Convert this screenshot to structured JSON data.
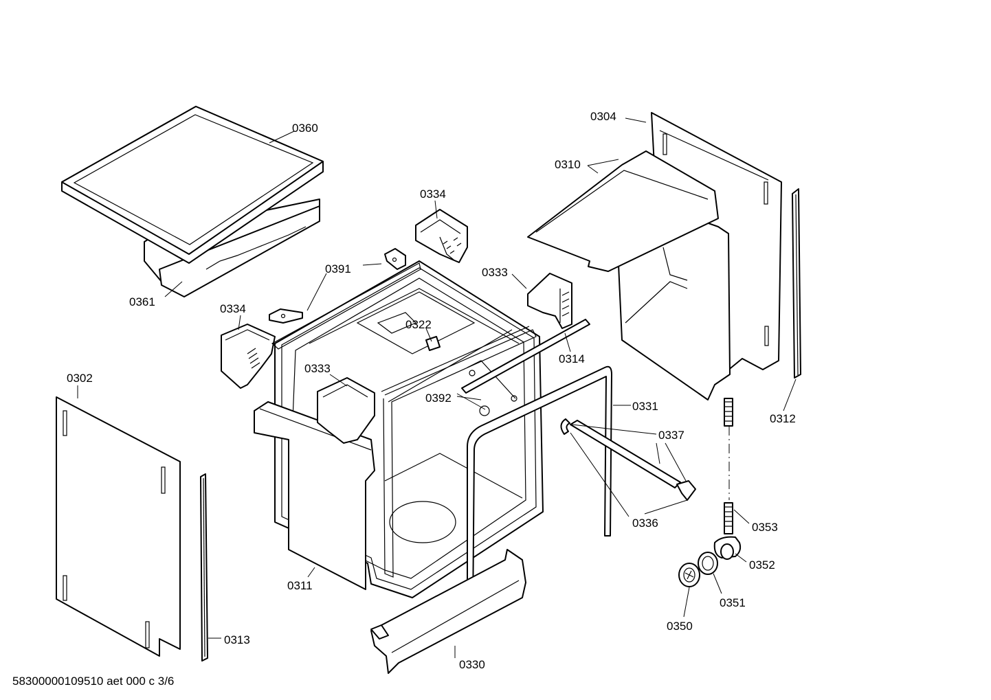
{
  "document_id": "58300000109510 aet 000 c 3/6",
  "parts": {
    "p0360": "0360",
    "p0361": "0361",
    "p0334a": "0334",
    "p0334b": "0334",
    "p0391": "0391",
    "p0333a": "0333",
    "p0333b": "0333",
    "p0322": "0322",
    "p0304": "0304",
    "p0310": "0310",
    "p0314": "0314",
    "p0312": "0312",
    "p0302": "0302",
    "p0392": "0392",
    "p0331": "0331",
    "p0337": "0337",
    "p0336": "0336",
    "p0353": "0353",
    "p0352": "0352",
    "p0351": "0351",
    "p0350": "0350",
    "p0311": "0311",
    "p0313": "0313",
    "p0330": "0330"
  }
}
